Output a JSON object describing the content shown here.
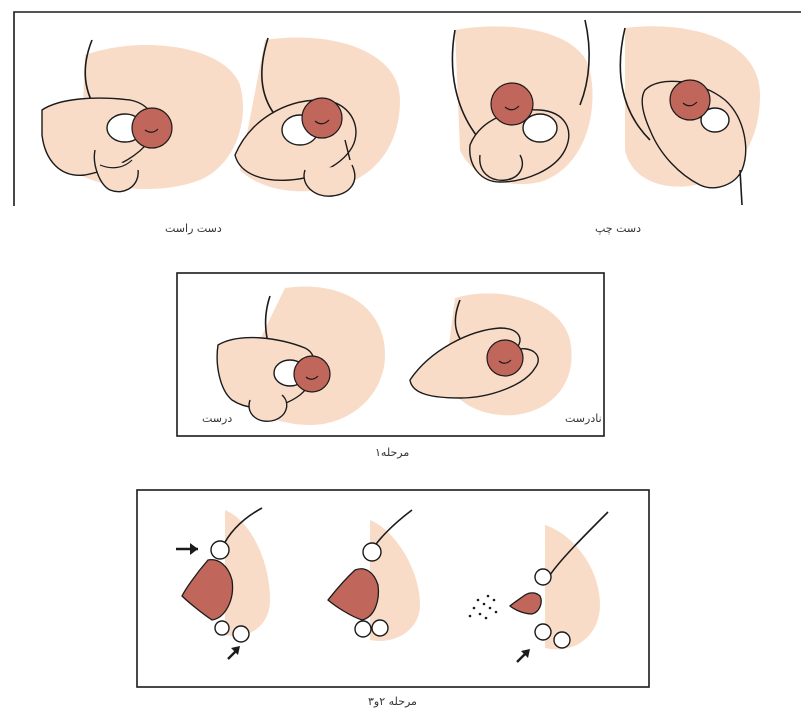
{
  "colors": {
    "skin": "#f9dcc8",
    "areola": "#c0665a",
    "areola_dark": "#a44b42",
    "ink": "#1b1b1b",
    "frame": "#1b1b1b"
  },
  "top_panel": {
    "caption_right_hand": "دست راست",
    "caption_left_hand": "دست چپ"
  },
  "step1_panel": {
    "label_correct": "درست",
    "label_incorrect": "نادرست",
    "caption": "مرحله۱"
  },
  "step23_panel": {
    "caption": "مرحله ۲و۳"
  }
}
